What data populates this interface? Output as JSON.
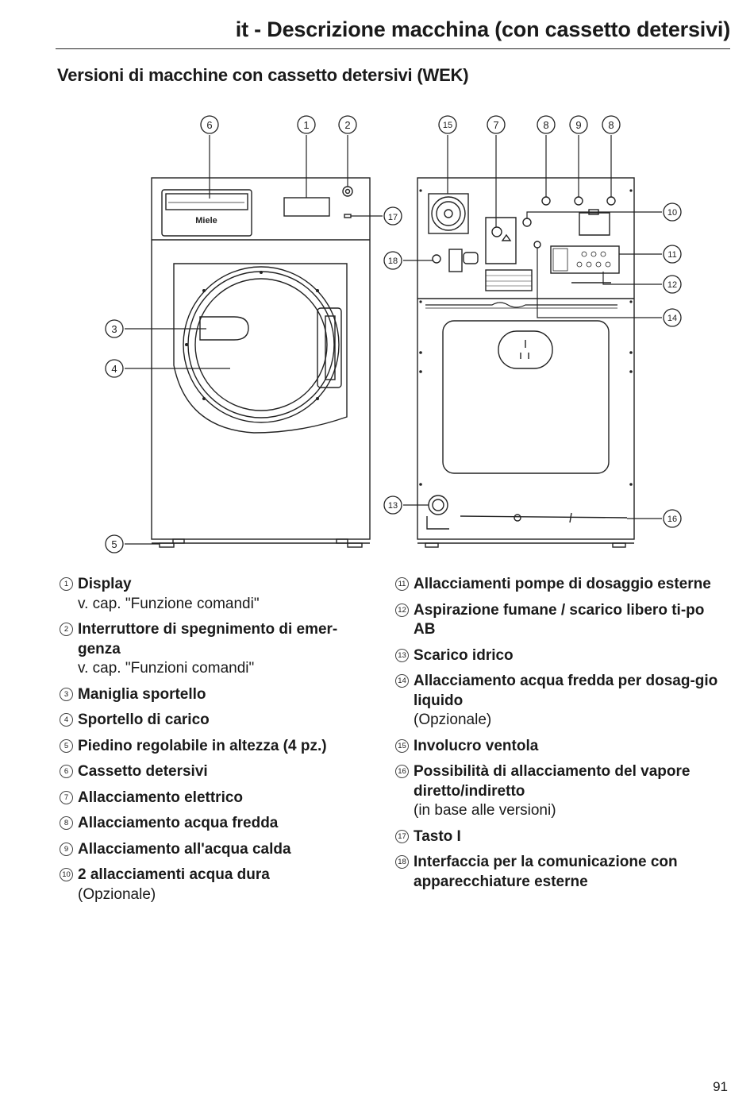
{
  "header": {
    "title": "it - Descrizione macchina (con cassetto detersivi)"
  },
  "subtitle": "Versioni di macchine con cassetto detersivi (WEK)",
  "figure": {
    "brand": "Miele",
    "callouts": {
      "c1": "1",
      "c2": "2",
      "c3": "3",
      "c4": "4",
      "c5": "5",
      "c6": "6",
      "c7": "7",
      "c8a": "8",
      "c8b": "8",
      "c9": "9",
      "c10": "10",
      "c11": "11",
      "c12": "12",
      "c13": "13",
      "c14": "14",
      "c15": "15",
      "c16": "16",
      "c17": "17",
      "c18": "18"
    }
  },
  "legend_left": [
    {
      "num": "1",
      "label": "Display",
      "note": "v. cap. \"Funzione comandi\""
    },
    {
      "num": "2",
      "label": "Interruttore di spegnimento di emer-genza",
      "note": "v. cap. \"Funzioni comandi\""
    },
    {
      "num": "3",
      "label": "Maniglia sportello",
      "note": ""
    },
    {
      "num": "4",
      "label": "Sportello di carico",
      "note": ""
    },
    {
      "num": "5",
      "label": "Piedino regolabile in altezza (4 pz.)",
      "note": ""
    },
    {
      "num": "6",
      "label": "Cassetto detersivi",
      "note": ""
    },
    {
      "num": "7",
      "label": "Allacciamento elettrico",
      "note": ""
    },
    {
      "num": "8",
      "label": "Allacciamento acqua fredda",
      "note": ""
    },
    {
      "num": "9",
      "label": "Allacciamento all'acqua calda",
      "note": ""
    },
    {
      "num": "10",
      "label": "2 allacciamenti acqua dura",
      "note": "(Opzionale)"
    }
  ],
  "legend_right": [
    {
      "num": "11",
      "label": "Allacciamenti pompe di dosaggio esterne",
      "note": ""
    },
    {
      "num": "12",
      "label": "Aspirazione fumane / scarico libero ti-po AB",
      "note": ""
    },
    {
      "num": "13",
      "label": "Scarico idrico",
      "note": ""
    },
    {
      "num": "14",
      "label": "Allacciamento acqua fredda per dosag-gio liquido",
      "note": "(Opzionale)"
    },
    {
      "num": "15",
      "label": "Involucro ventola",
      "note": ""
    },
    {
      "num": "16",
      "label": "Possibilità di allacciamento del vapore diretto/indiretto",
      "note": "(in base alle versioni)"
    },
    {
      "num": "17",
      "label": "Tasto I",
      "note": ""
    },
    {
      "num": "18",
      "label": "Interfaccia per la comunicazione con apparecchiature esterne",
      "note": ""
    }
  ],
  "page_number": "91"
}
